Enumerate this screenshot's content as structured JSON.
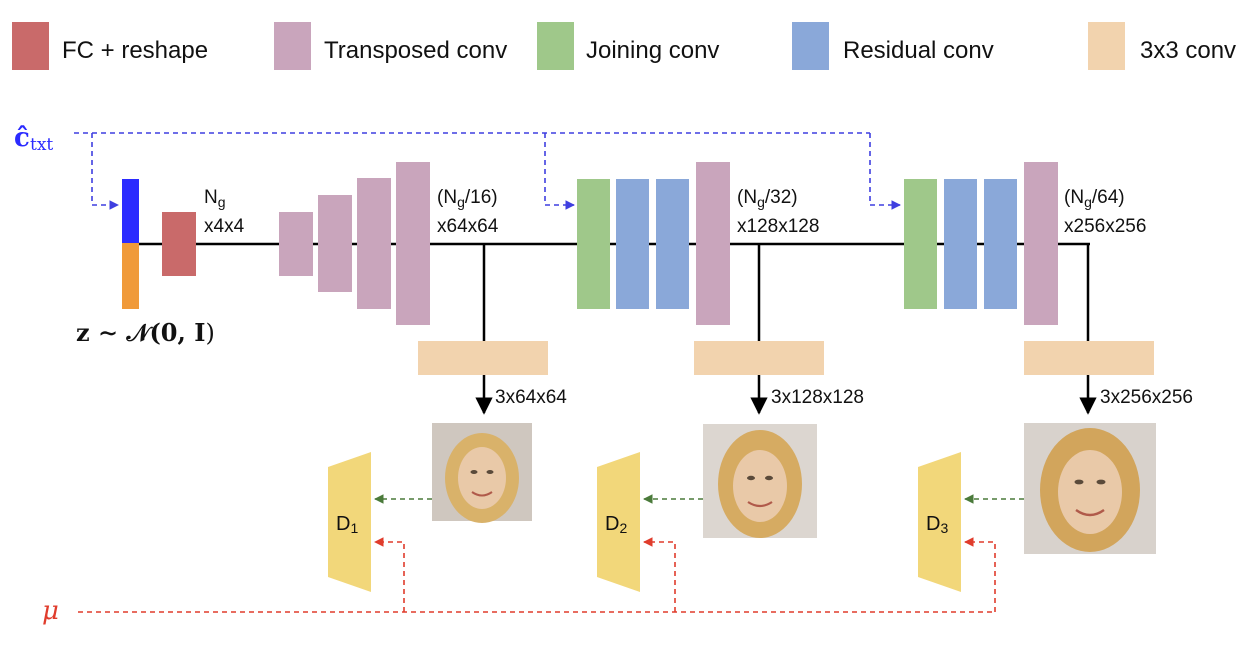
{
  "legend": [
    {
      "label": "FC + reshape",
      "color": "#c96a6a"
    },
    {
      "label": "Transposed conv",
      "color": "#c9a5bc"
    },
    {
      "label": "Joining conv",
      "color": "#9fc88a"
    },
    {
      "label": "Residual conv",
      "color": "#8aa8d9"
    },
    {
      "label": "3x3 conv",
      "color": "#f2d3ae"
    }
  ],
  "inputs": {
    "c_txt": "ĉ",
    "c_txt_sub": "txt",
    "z_prefix": "z ∼ 𝒩(0, ",
    "z_bold": "I",
    "z_suffix": ")",
    "mu": "μ"
  },
  "stage_labels": {
    "s0": {
      "line1": "N",
      "sub": "g",
      "line2": "x4x4"
    },
    "s1": {
      "line1": "(N",
      "sub": "g",
      "after": "/16)",
      "line2": "x64x64"
    },
    "s2": {
      "line1": "(N",
      "sub": "g",
      "after": "/32)",
      "line2": "x128x128"
    },
    "s3": {
      "line1": "(N",
      "sub": "g",
      "after": "/64)",
      "line2": "x256x256"
    }
  },
  "outputs": [
    "3x64x64",
    "3x128x128",
    "3x256x256"
  ],
  "discriminators": [
    {
      "main": "D",
      "sub": "1"
    },
    {
      "main": "D",
      "sub": "2"
    },
    {
      "main": "D",
      "sub": "3"
    }
  ],
  "colors": {
    "fc": "#c96a6a",
    "tconv": "#c9a5bc",
    "join": "#9fc88a",
    "resid": "#8aa8d9",
    "conv3": "#f2d3ae",
    "disc": "#f2d77a",
    "ctxt_blue": "#2b2bff",
    "z_orange": "#f09a3a",
    "cond_arrow": "#3f3fe0",
    "d_arrow_green": "#4a7a3a",
    "mu_red": "#e03c2c"
  }
}
